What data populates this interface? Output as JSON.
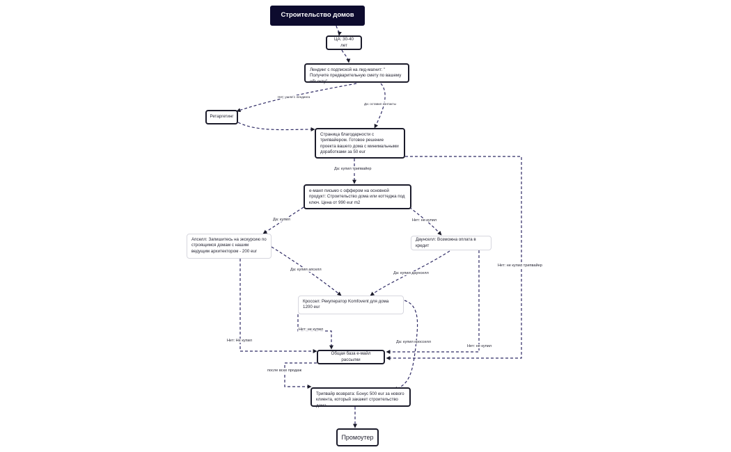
{
  "colors": {
    "edge": "#2e2a64",
    "title_bg": "#0d0b2e",
    "node_border": "#1b1b2a"
  },
  "nodes": {
    "title": "Строительство домов",
    "audience": "ЦА: 30-40 лет",
    "landing": "Лендинг с подпиской на лид-магнит: \" Получите предварительную смету по вашему объекту\"",
    "retargeting": "Ретаргетинг",
    "thankyou": "Страница благодарности с трипвайером. Готовое решение проекта вашего дома с минимальными доработками за 50 eur",
    "email_offer": "e-маил письмо с оффером на основной продукт: Строительство дома или коттеджа под ключ. Цена от 990 eur m2",
    "upsell": "Апселл: Запишитесь на экскурсию по строящимся домам с нашим ведущим архитектором - 200 eur",
    "downsell": "Даунселл: Возможна оплата в кредит",
    "crosssell": "Кроссел: Рекуператор Komfovent для дома 1200 eur",
    "email_base": "Общая база е-майл рассылки",
    "return_trip": "Трипвайр возврата: Бонус 500 eur за нового клиента, который закажет строительство дома",
    "promoter": "Промоутер"
  },
  "edge_labels": {
    "no_left_landing": "Нет: ушли с лендинга",
    "yes_left_contacts": "Да: оставил контакты",
    "yes_bought_tripwire": "Да: купил трипвайер",
    "no_bought_tripwire": "Нет: не купил трипвайер",
    "yes_bought": "Да: купил",
    "no_not_bought": "Нет: не купил",
    "yes_bought_upsell": "Да: купил апселл",
    "yes_bought_downsell": "Да: купил даунселл",
    "no_not_bought_cross": "Нет: не купил",
    "no_not_bought_upsell": "Нет: Не купил",
    "no_not_bought_downsell": "Нет: не купил",
    "yes_bought_crosssell": "Да: купил кросселл",
    "after_all_sales": "после всех продаж"
  }
}
